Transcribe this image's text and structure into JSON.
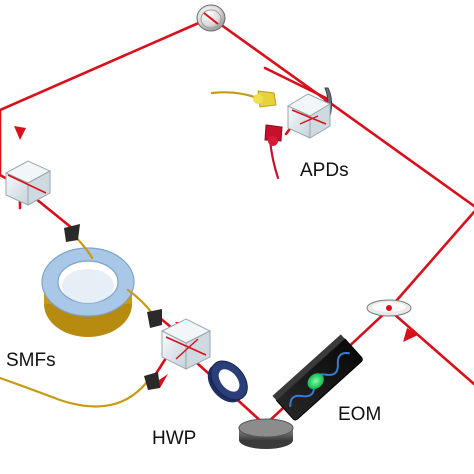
{
  "labels": {
    "apds": "APDs",
    "smfs": "SMFs",
    "hwp": "HWP",
    "eom": "EOM"
  },
  "colors": {
    "beam": "#d8101c",
    "fiber": "#c79a12",
    "fiber_coil": "#b78a10",
    "spool_face": "#a9c8e8",
    "waveplate": "#2a3f7a",
    "eom_body": "#141414",
    "eom_wave": "#3a7bd5",
    "eom_glow": "#19d65a",
    "mount": "#6d6d6d",
    "apd_yellow": "#e7d23a",
    "apd_red": "#c8102e",
    "collimator": "#2a2a2a",
    "cube": "#dde6ec"
  },
  "icons": [
    "mirror-top-icon",
    "mirror-right-icon",
    "mirror-bottom-icon",
    "mirror-apd-icon",
    "beamsplitter-left-icon",
    "beamsplitter-apd-icon",
    "beamsplitter-pbs-icon",
    "fiber-spool-icon",
    "half-wave-plate-icon",
    "eom-icon",
    "apd-yellow-icon",
    "apd-red-icon",
    "fiber-collimator-icon"
  ]
}
